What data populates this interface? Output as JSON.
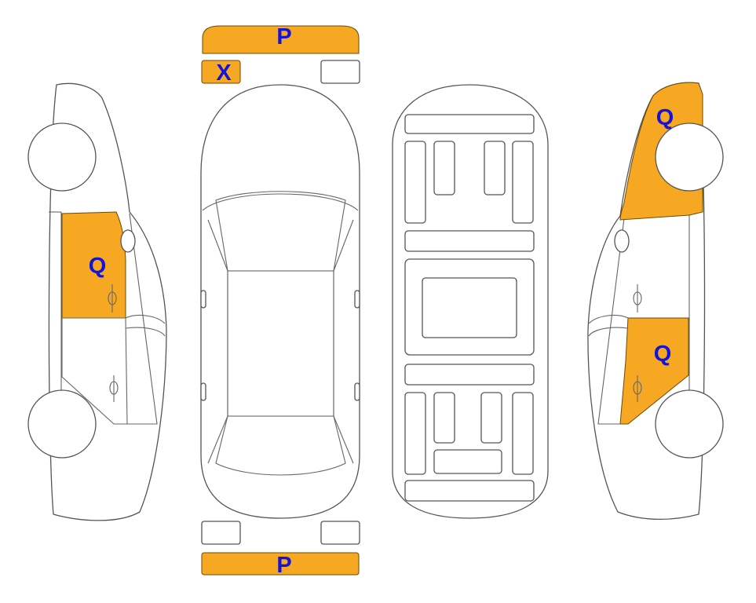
{
  "colors": {
    "damage_fill": "#F7A823",
    "code_text": "#1414D6",
    "outline": "#555555"
  },
  "markers": {
    "front_bumper": "P",
    "front_left_light": "X",
    "rear_bumper": "P",
    "left_rear_door": "Q",
    "right_rear_quarter": "Q",
    "right_front_door": "Q"
  }
}
